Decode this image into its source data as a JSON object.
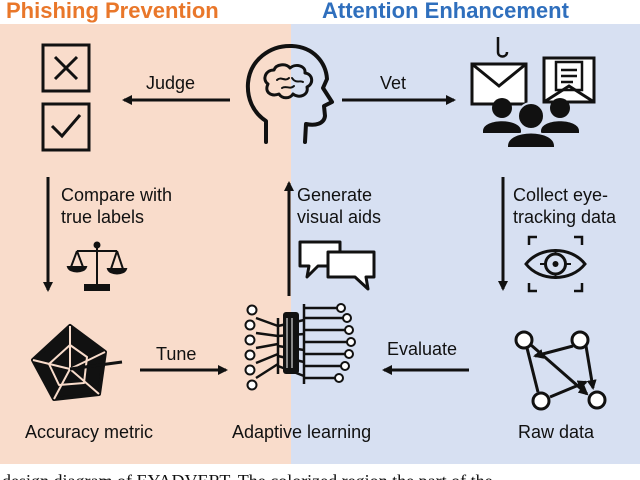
{
  "headers": {
    "left": "Phishing Prevention",
    "right": "Attention Enhancement"
  },
  "labels": {
    "judge": "Judge",
    "vet": "Vet",
    "compare_line1": "Compare with",
    "compare_line2": "true labels",
    "generate_line1": "Generate",
    "generate_line2": "visual aids",
    "collect_line1": "Collect eye-",
    "collect_line2": "tracking data",
    "tune": "Tune",
    "evaluate": "Evaluate",
    "accuracy_metric": "Accuracy metric",
    "adaptive_learning": "Adaptive learning",
    "raw_data": "Raw data"
  },
  "caption": "design diagram of EYADVERT. The colorized region the part of the",
  "colors": {
    "left_panel": "#f9dccb",
    "right_panel": "#d7e0f2",
    "left_title": "#e9772a",
    "right_title": "#2f6fbd",
    "ink": "#111111"
  },
  "icons": [
    "checkbox-cross-icon",
    "checkbox-check-icon",
    "brain-head-icon",
    "phishing-mail-icon",
    "people-icon",
    "scales-icon",
    "speech-bubbles-icon",
    "eye-target-icon",
    "radar-chart-icon",
    "neural-network-icon",
    "graph-nodes-icon"
  ]
}
